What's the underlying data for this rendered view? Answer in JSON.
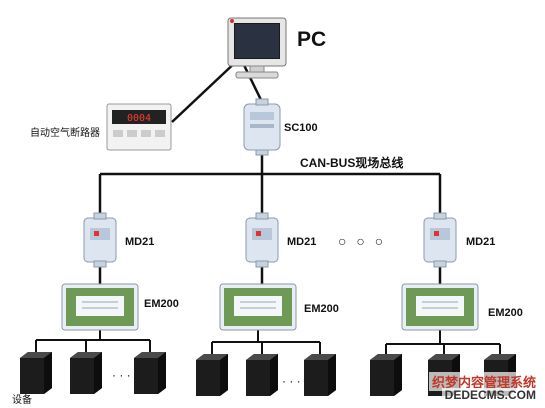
{
  "labels": {
    "pc": "PC",
    "gateway": "SC100",
    "bus": "CAN-BUS现场总线",
    "breaker": "自动空气断路器",
    "module": "MD21",
    "controller": "EM200",
    "devices": "设备",
    "dots_big": "○ ○ ○",
    "dots_small": "· · ·"
  },
  "breaker_display": "0004",
  "watermark": {
    "line1": "织梦内容管理系统",
    "line2": "DEDECMS.COM"
  },
  "colors": {
    "line": "#111111",
    "monitor_body": "#e6e6e6",
    "screen": "#1a1a1a",
    "module_body": "#dde6f0",
    "board_green": "#6f9a55",
    "device_dark": "#1c1c1c"
  }
}
